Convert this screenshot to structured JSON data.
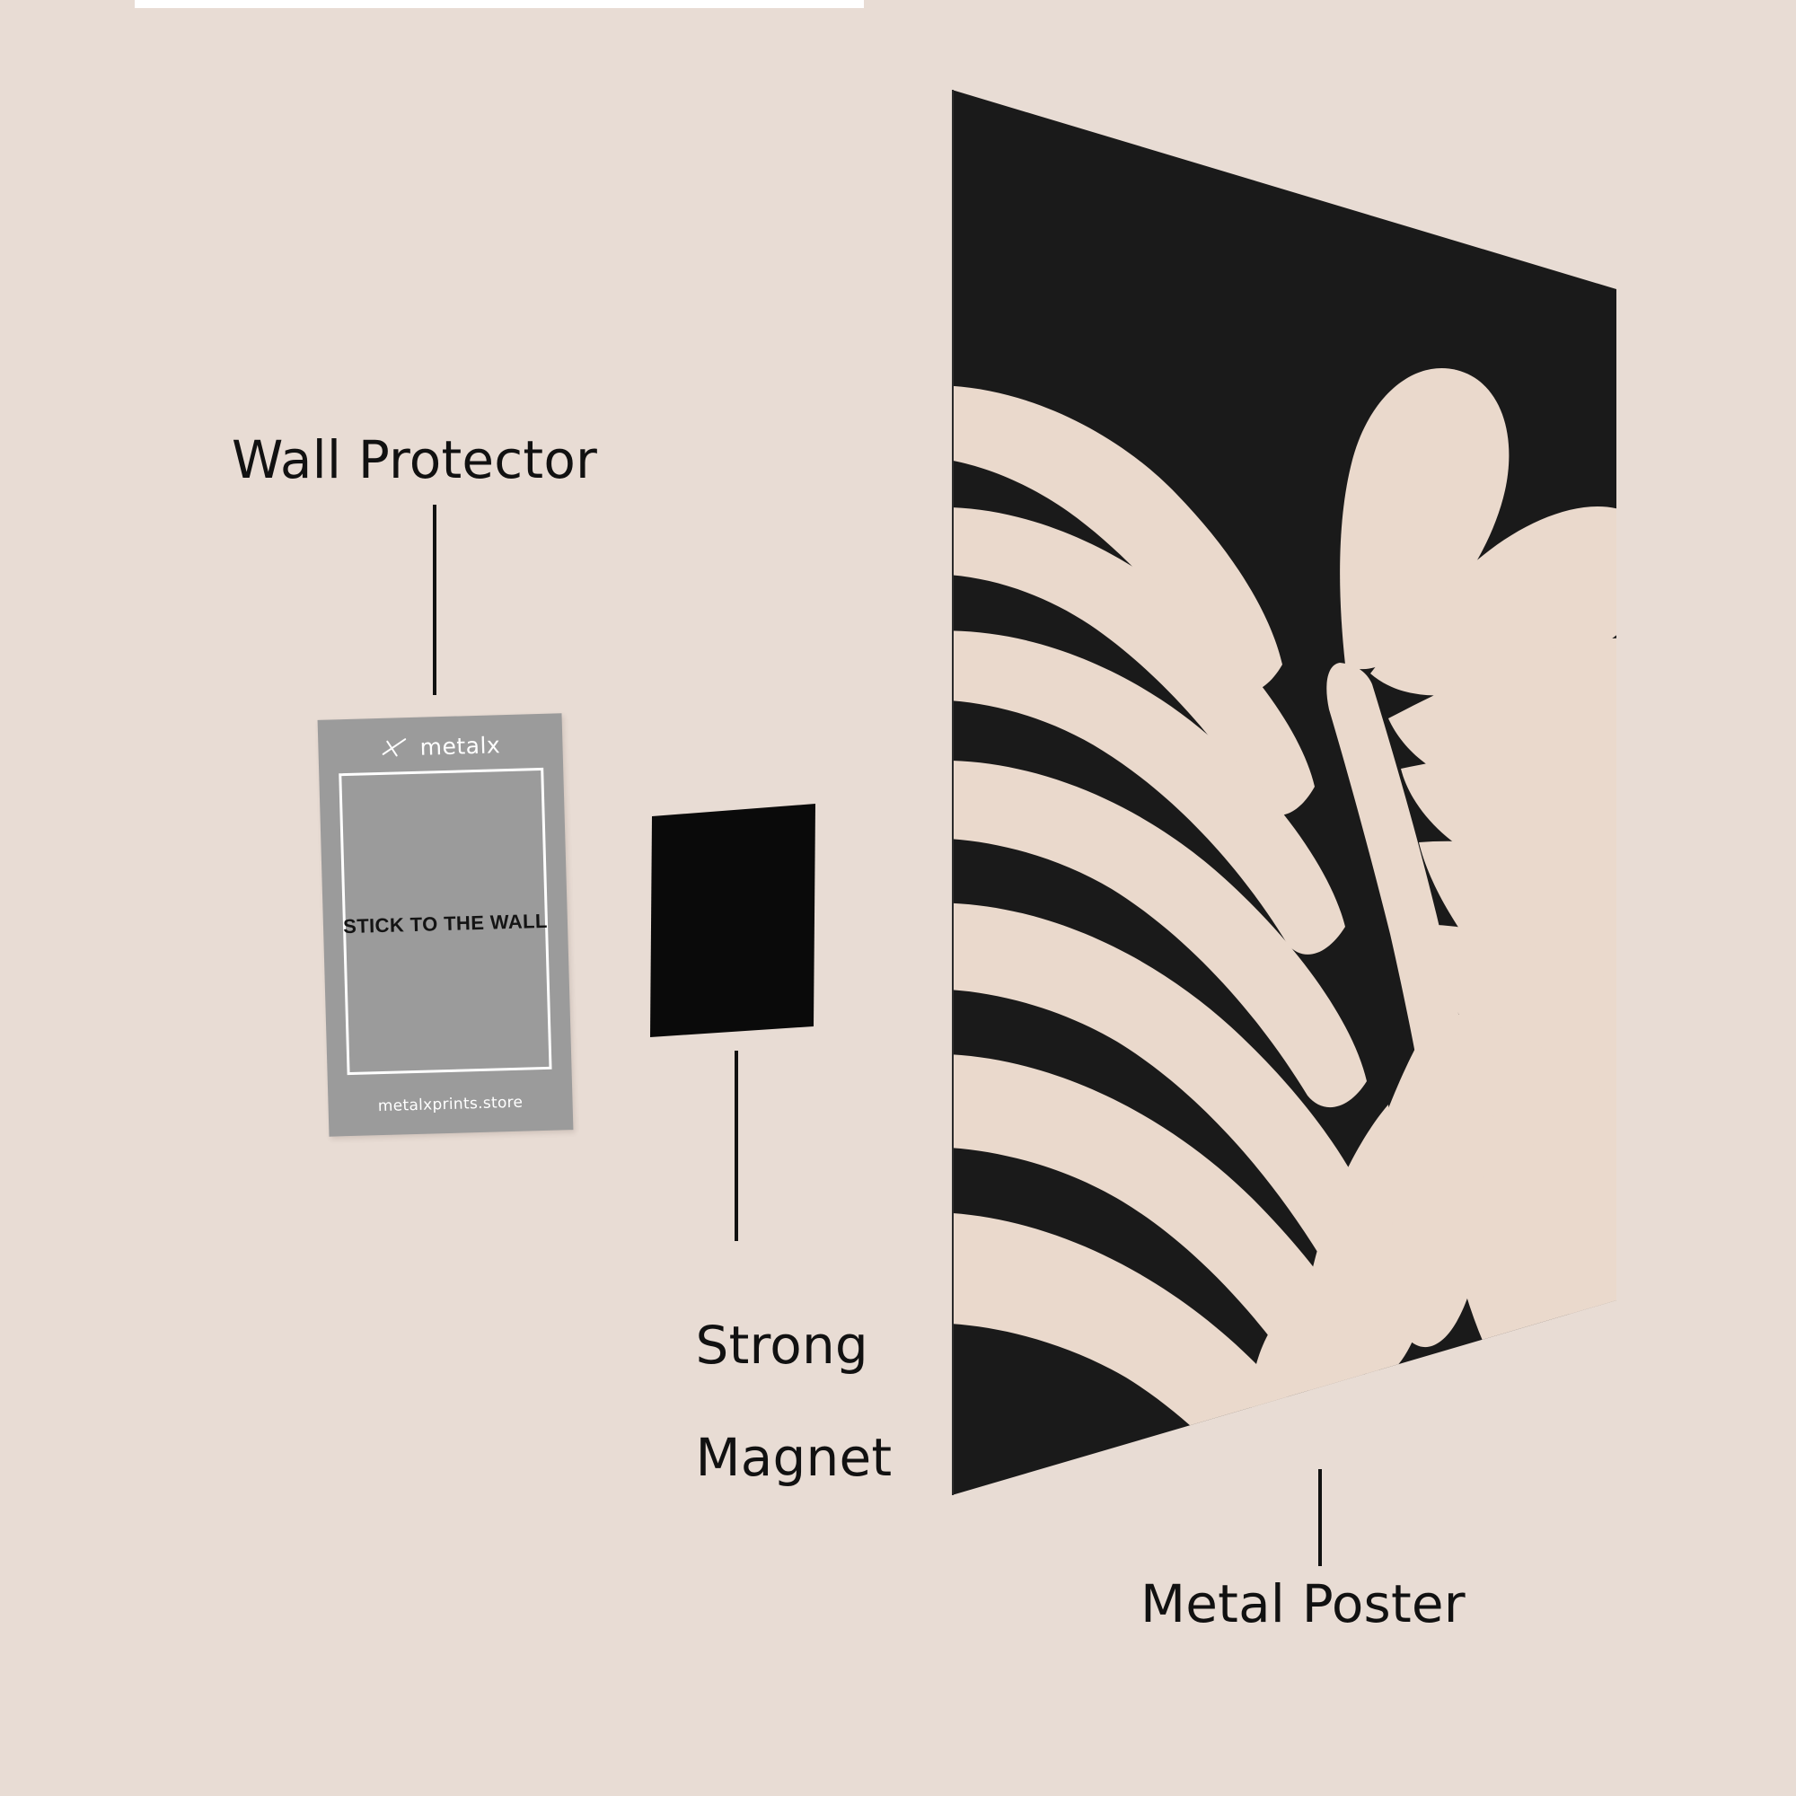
{
  "scene": {
    "background_color": "#e8dcd4",
    "poster_dark_color": "#1a1a1a",
    "poster_light_color": "#ead9cc",
    "protector_gray": "#9b9b9b",
    "magnet_black": "#0a0a0a",
    "line_color": "#111111"
  },
  "callouts": {
    "wall_protector": "Wall Protector",
    "strong_magnet_line1": "Strong",
    "strong_magnet_line2": "Magnet",
    "metal_poster": "Metal Poster"
  },
  "wall_protector_card": {
    "brand": "metalx",
    "headline": "STICK TO THE WALL",
    "url": "metalxprints.store"
  },
  "icons": {
    "brand_mark": "metalx-cross-icon",
    "poster_art": "abstract-leaf-icon",
    "magnet": "magnet-square-icon"
  }
}
